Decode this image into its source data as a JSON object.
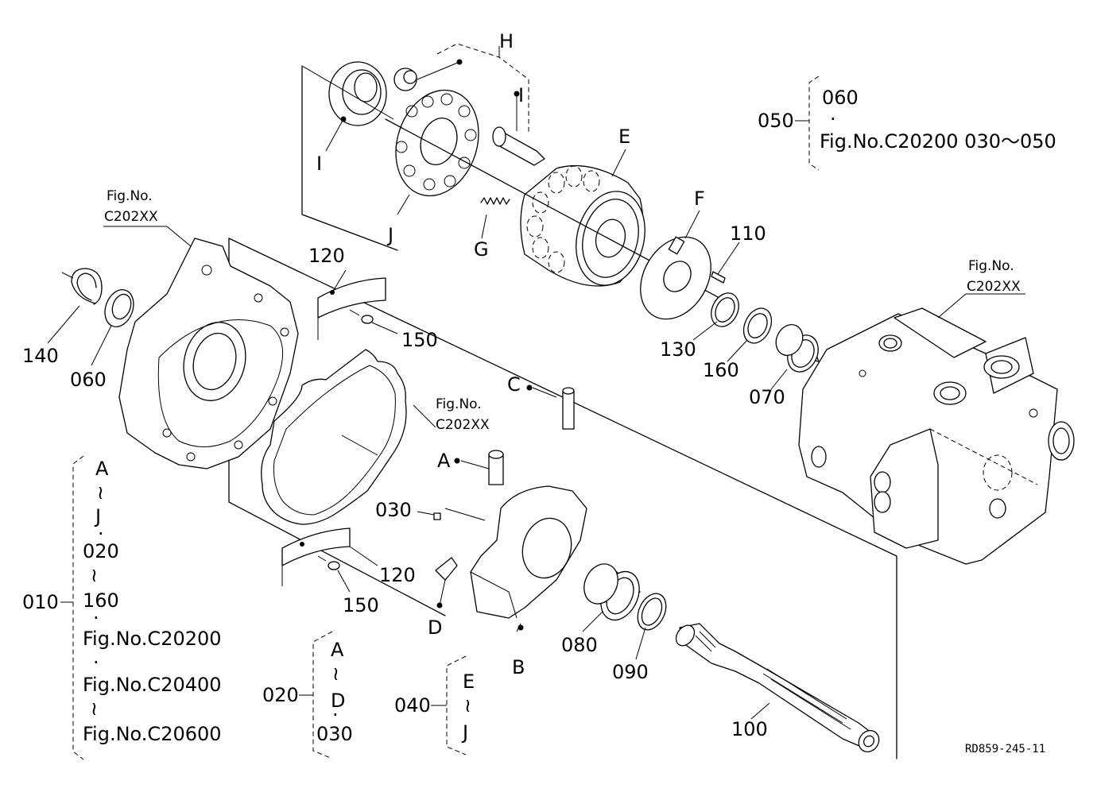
{
  "letters": {
    "A": "A",
    "B": "B",
    "C": "C",
    "D": "D",
    "E": "E",
    "F": "F",
    "G": "G",
    "H": "H",
    "I": "I",
    "J": "J"
  },
  "parts": {
    "p030": "030",
    "p060": "060",
    "p070": "070",
    "p080": "080",
    "p090": "090",
    "p100": "100",
    "p110": "110",
    "p120": "120",
    "p130": "130",
    "p140": "140",
    "p150": "150",
    "p160": "160"
  },
  "fig_refs": {
    "fig_no": "Fig.No.",
    "c202xx": "C202XX"
  },
  "groups": {
    "g050": {
      "code": "050",
      "items": [
        "060",
        "·",
        "Fig.No.C20200  030～050"
      ]
    },
    "g010": {
      "code": "010",
      "items": [
        "A",
        "≀",
        "J",
        "·",
        "020",
        "≀",
        "160",
        "·",
        "Fig.No.C20200",
        "·",
        "Fig.No.C20400",
        "≀",
        "Fig.No.C20600"
      ]
    },
    "g020": {
      "code": "020",
      "items": [
        "A",
        "≀",
        "D",
        "·",
        "030"
      ]
    },
    "g040": {
      "code": "040",
      "items": [
        "E",
        "≀",
        "J"
      ]
    }
  },
  "drawing_code": "RD859-245-11"
}
